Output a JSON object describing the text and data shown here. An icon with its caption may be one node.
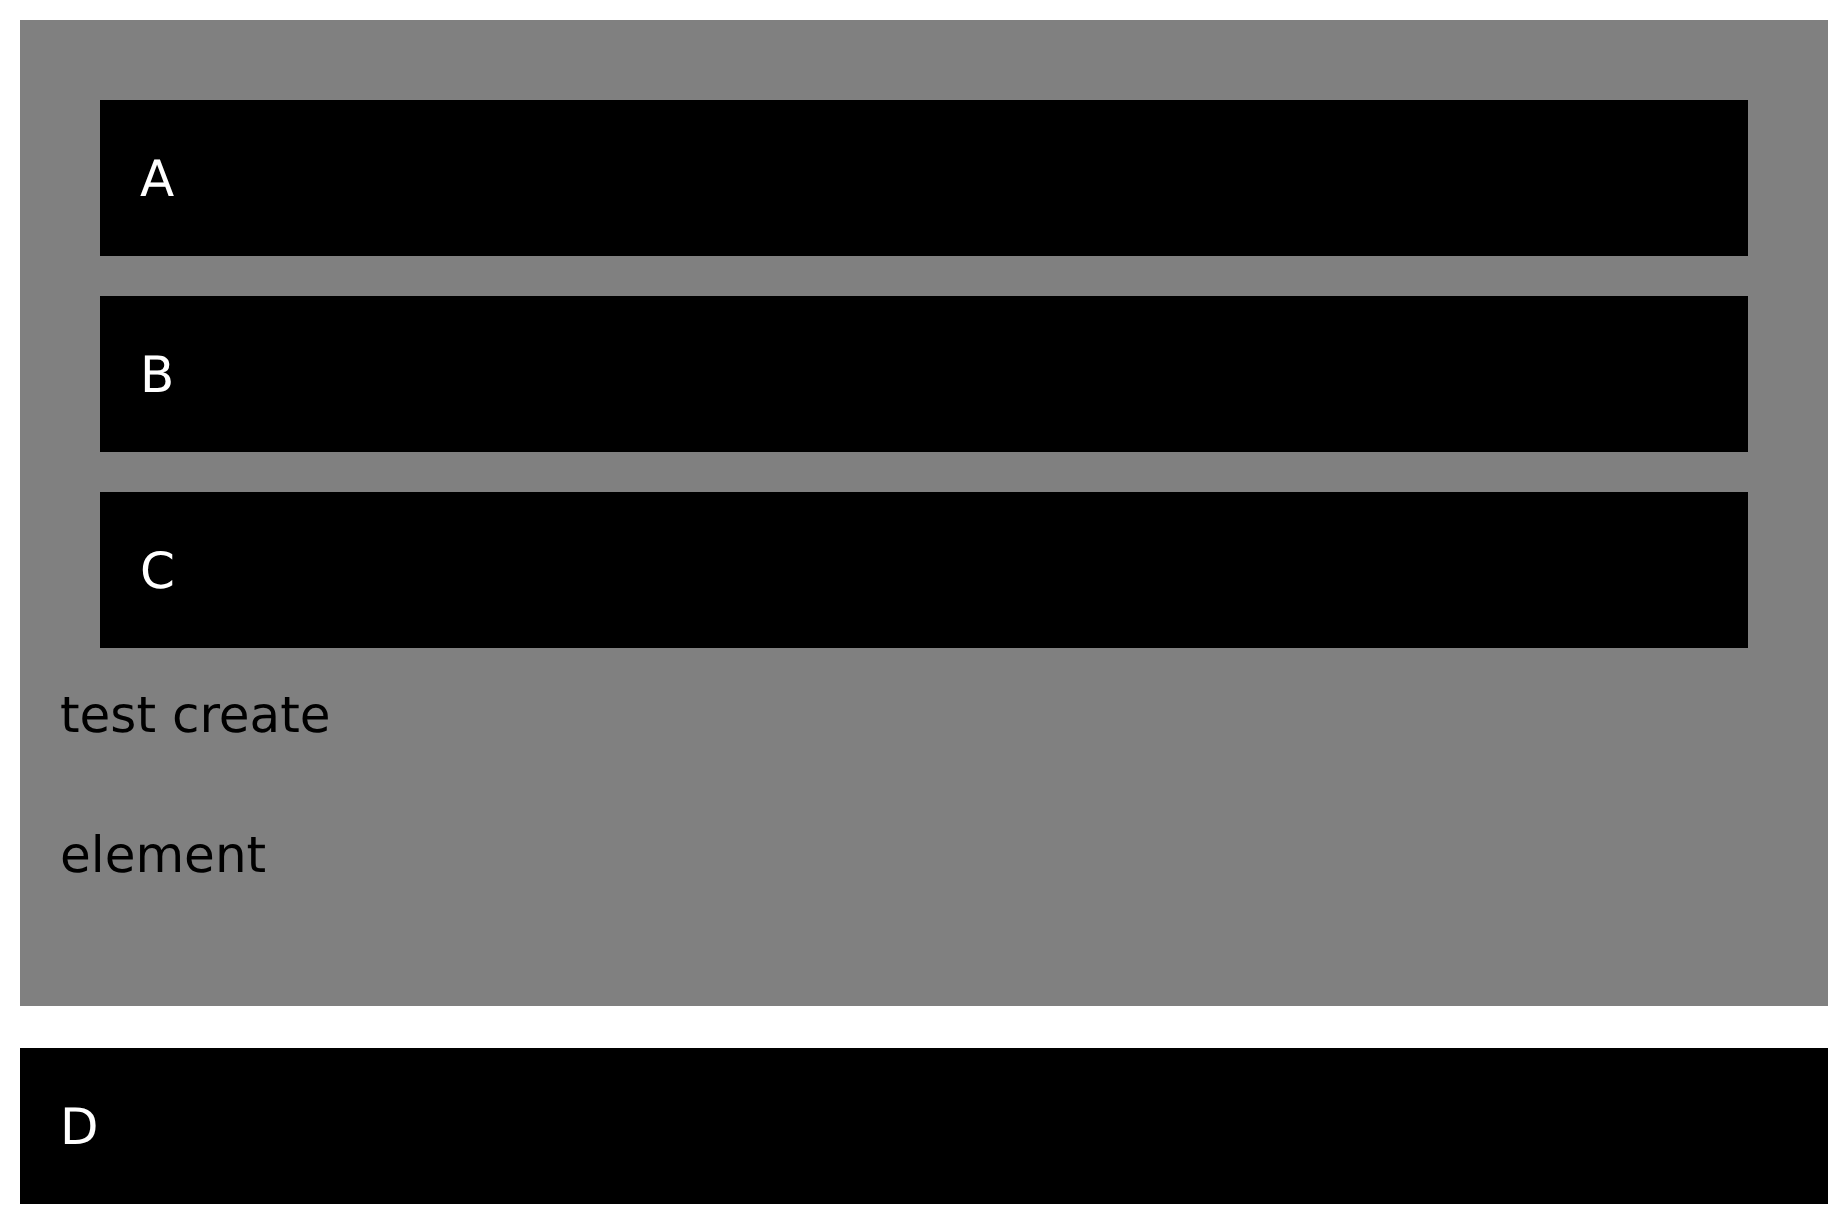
{
  "diagram": {
    "nodes": [
      {
        "text": [
          "test create",
          "element"
        ]
      },
      {
        "text": [
          "A"
        ],
        "in": 0
      },
      {
        "text": [
          "B"
        ],
        "in": 0
      },
      {
        "text": [
          "C"
        ],
        "in": 0
      },
      {
        "text": [
          "D"
        ]
      }
    ]
  }
}
